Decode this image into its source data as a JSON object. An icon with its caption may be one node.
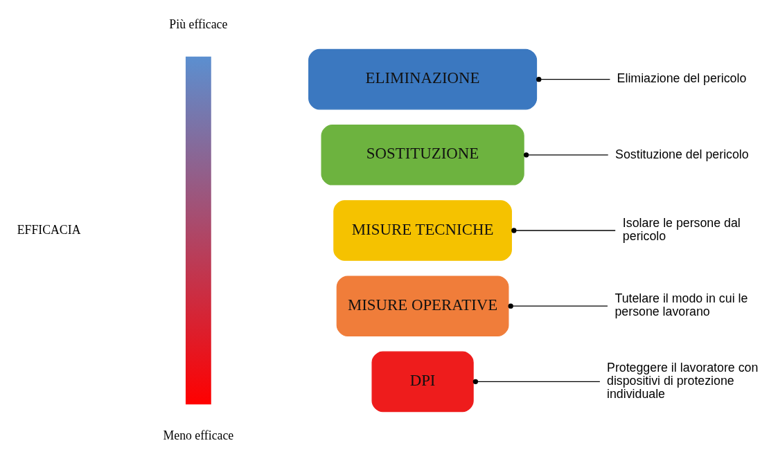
{
  "diagram": {
    "nodes": [
      {
        "text": [],
        "shape": "bar"
      },
      {
        "text": [
          "ELIMINAZIONE"
        ]
      },
      {
        "text": [
          "SOSTITUZIONE"
        ]
      },
      {
        "text": [
          "MISURE TECNICHE"
        ]
      },
      {
        "text": [
          "MISURE OPERATIVE"
        ]
      },
      {
        "text": [
          "DPI"
        ]
      },
      {
        "text": [
          "Elimiazione del pericolo"
        ]
      },
      {
        "text": [
          "Sostituzione del pericolo"
        ]
      },
      {
        "text": [
          "Isolare le persone dal pericolo"
        ]
      },
      {
        "text": [
          "Tutelare il modo in cui le persone lavorano"
        ]
      },
      {
        "text": [
          "Proteggere il lavoratore con dispositivi di protezione individuale"
        ]
      }
    ],
    "edges": [
      {
        "from": 1,
        "to": 6,
        "arrow": "other"
      },
      {
        "from": 2,
        "to": 7,
        "arrow": "other"
      },
      {
        "from": 3,
        "to": 8,
        "arrow": "other"
      },
      {
        "from": 4,
        "to": 9,
        "arrow": "other"
      },
      {
        "from": 5,
        "to": 10,
        "arrow": "other"
      }
    ],
    "labels": [
      "Più efficace",
      "EFFICACIA",
      "Meno efficace"
    ]
  }
}
